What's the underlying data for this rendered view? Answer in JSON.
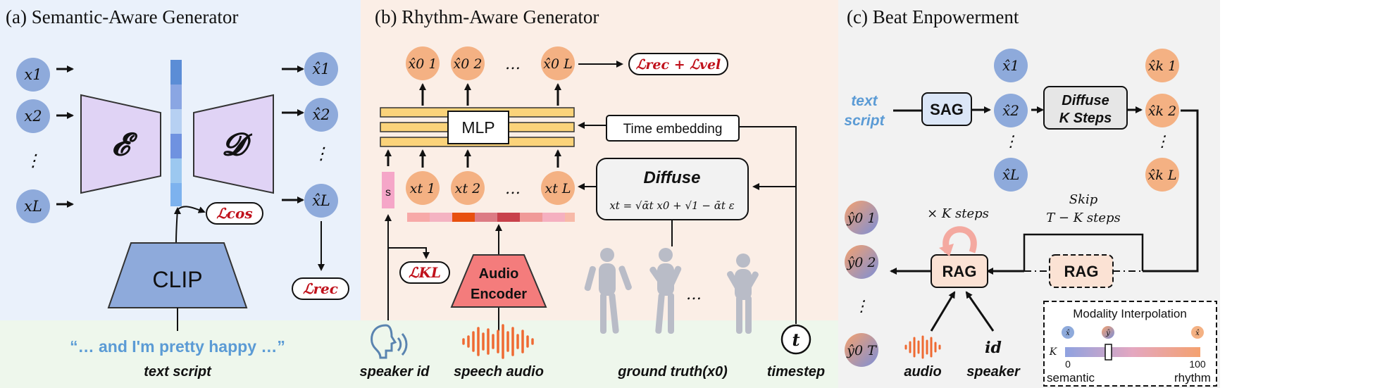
{
  "panels": {
    "a": {
      "title": "(a) Semantic-Aware Generator",
      "inputs": [
        "x1",
        "x2",
        "⋮",
        "xL"
      ],
      "outputs": [
        "x̂1",
        "x̂2",
        "⋮",
        "x̂L"
      ],
      "encoder": "𝓔",
      "decoder": "𝓓",
      "loss_cos": "ℒcos",
      "loss_rec": "ℒrec",
      "clip": "CLIP",
      "quote": "“… and I'm pretty happy …”",
      "caption": "text script"
    },
    "b": {
      "title": "(b) Rhythm-Aware Generator",
      "top_nodes": [
        "x̂0 1",
        "x̂0 2",
        "…",
        "x̂0 L"
      ],
      "loss_top": "ℒrec + ℒvel",
      "mlp": "MLP",
      "time_embedding": "Time embedding",
      "s_label": "s",
      "noisy_nodes": [
        "xt 1",
        "xt 2",
        "…",
        "xt L"
      ],
      "diffuse_title": "Diffuse",
      "diffuse_formula": "xt = √ᾱt x0 + √1 − ᾱt ε",
      "loss_kl": "ℒKL",
      "audio_encoder_line1": "Audio",
      "audio_encoder_line2": "Encoder",
      "ellipsis": "…",
      "timestep_symbol": "t",
      "captions": [
        "speaker id",
        "speech audio",
        "ground truth(x0)",
        "timestep"
      ]
    },
    "c": {
      "title": "(c) Beat Enpowerment",
      "text_script_line1": "text",
      "text_script_line2": "script",
      "sag": "SAG",
      "diffuse_k_line1": "Diffuse",
      "diffuse_k_line2": "K Steps",
      "mid_nodes": [
        "x̂1",
        "x̂2",
        "⋮",
        "x̂L"
      ],
      "right_nodes": [
        "x̂k 1",
        "x̂k 2",
        "⋮",
        "x̂k L"
      ],
      "skip_line1": "Skip",
      "skip_line2": "T − K steps",
      "times_k": "× K steps",
      "rag": "RAG",
      "rag_dashed": "RAG",
      "y_nodes": [
        "ŷ0 1",
        "ŷ0 2",
        "⋮",
        "ŷ0 T"
      ],
      "audio_label": "audio",
      "speaker_label_line1": "id",
      "speaker_label_line2": "speaker",
      "interp_title": "Modality Interpolation",
      "interp_k": "K",
      "interp_min": "0",
      "interp_max": "100",
      "interp_left": "semantic",
      "interp_right": "rhythm",
      "interp_icon_left": "x̂",
      "interp_icon_mid": "ŷ",
      "interp_icon_right": "x̂"
    }
  },
  "colors": {
    "blue_node": "#8eaadb",
    "orange_node": "#f4b183",
    "purple_trap": "#e0d3f5",
    "clip_blue": "#8eaadb",
    "loss_red": "#c0121c",
    "text_blue": "#5b9bd5",
    "audio_red": "#f47c7c"
  }
}
